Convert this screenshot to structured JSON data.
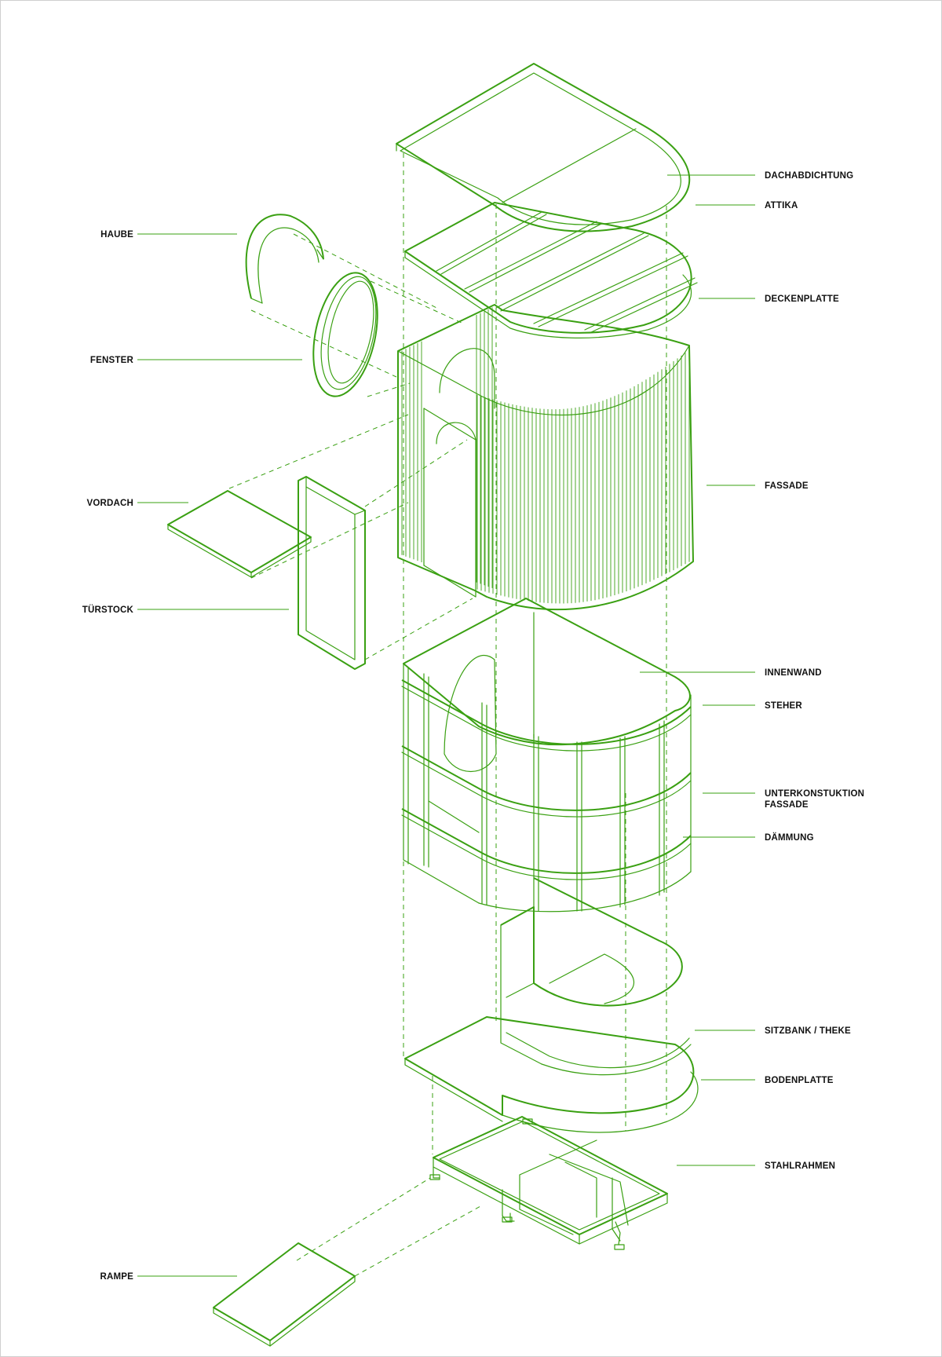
{
  "diagram": {
    "line_color": "#3aa012",
    "label_color": "#111111",
    "labels": {
      "dachabdichtung": "DACHABDICHTUNG",
      "attika": "ATTIKA",
      "deckenplatte": "DECKENPLATTE",
      "fassade": "FASSADE",
      "innenwand": "INNENWAND",
      "steher": "STEHER",
      "unterkonstruktion_1": "UNTERKONSTUKTION",
      "unterkonstruktion_2": "FASSADE",
      "daemmung": "DÄMMUNG",
      "sitzbank": "SITZBANK / THEKE",
      "bodenplatte": "BODENPLATTE",
      "stahlrahmen": "STAHLRAHMEN",
      "haube": "HAUBE",
      "fenster": "FENSTER",
      "vordach": "VORDACH",
      "tuerstock": "TÜRSTOCK",
      "rampe": "RAMPE"
    }
  }
}
